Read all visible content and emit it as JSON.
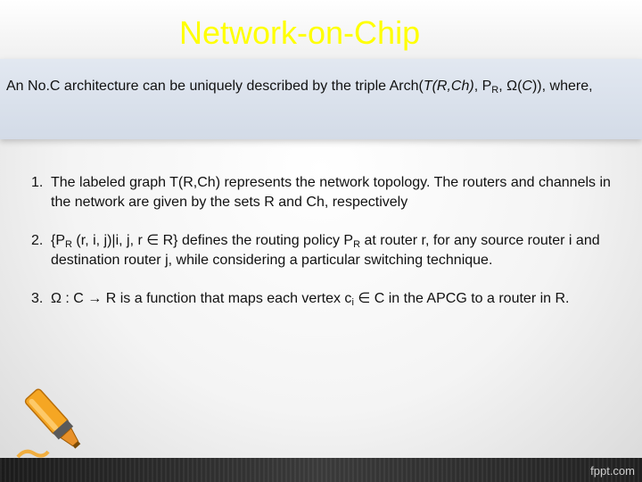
{
  "title": "Network-on-Chip",
  "intro": {
    "p1": "An No.C architecture can be uniquely described by the triple Arch(",
    "italic": "T(R,Ch)",
    "p2": ", P",
    "sub": "R",
    "p3": ", Ω(",
    "italic2": "C",
    "p4": ")), where,"
  },
  "items": [
    {
      "num": "1.",
      "text": "The labeled graph T(R,Ch) represents the network topology. The routers and channels in the network are given by the sets R and Ch, respectively"
    },
    {
      "num": "2.",
      "a": "{P",
      "sub1": "R",
      "b": " (r, i, j)|i, j, r ∈ R} defines the routing policy  P",
      "sub2": "R",
      "c": " at router r, for any source router i and destination router j, while considering a particular switching technique."
    },
    {
      "num": "3.",
      "a": "Ω : C → R is a function that maps each vertex c",
      "sub1": "i",
      "b": " ∈ C in the APCG to a router in R."
    }
  ],
  "watermark": "fppt.com",
  "icons": {
    "highlighter": "highlighter-icon"
  },
  "colors": {
    "title": "#ffff00",
    "intro_band": "#dbe1ec",
    "bottom_bar": "#2a2a2a",
    "highlighter": "#f5a623"
  }
}
